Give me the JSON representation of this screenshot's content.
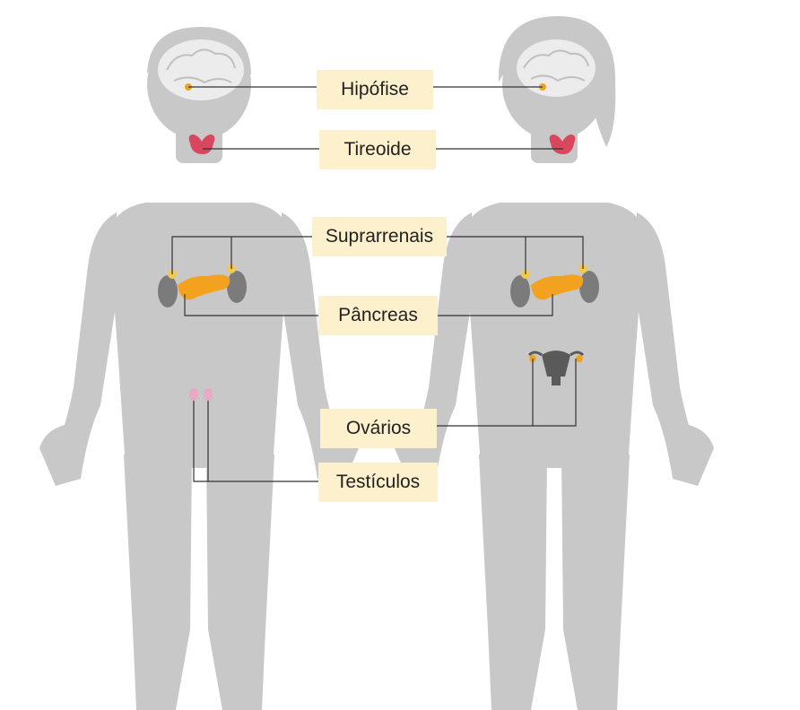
{
  "labels": {
    "pituitary": "Hipófise",
    "thyroid": "Tireoide",
    "adrenals": "Suprarrenais",
    "pancreas": "Pâncreas",
    "ovaries": "Ovários",
    "testicles": "Testículos"
  },
  "colors": {
    "silhouette": "#c8c8c8",
    "label_bg": "#fdf0cc",
    "line": "#333333",
    "brain": "#ececec",
    "thyroid": "#d9475f",
    "pancreas": "#f2a21e",
    "kidney": "#7b7b7b",
    "testicle": "#e8a9c2",
    "uterus": "#5a5a5a"
  }
}
